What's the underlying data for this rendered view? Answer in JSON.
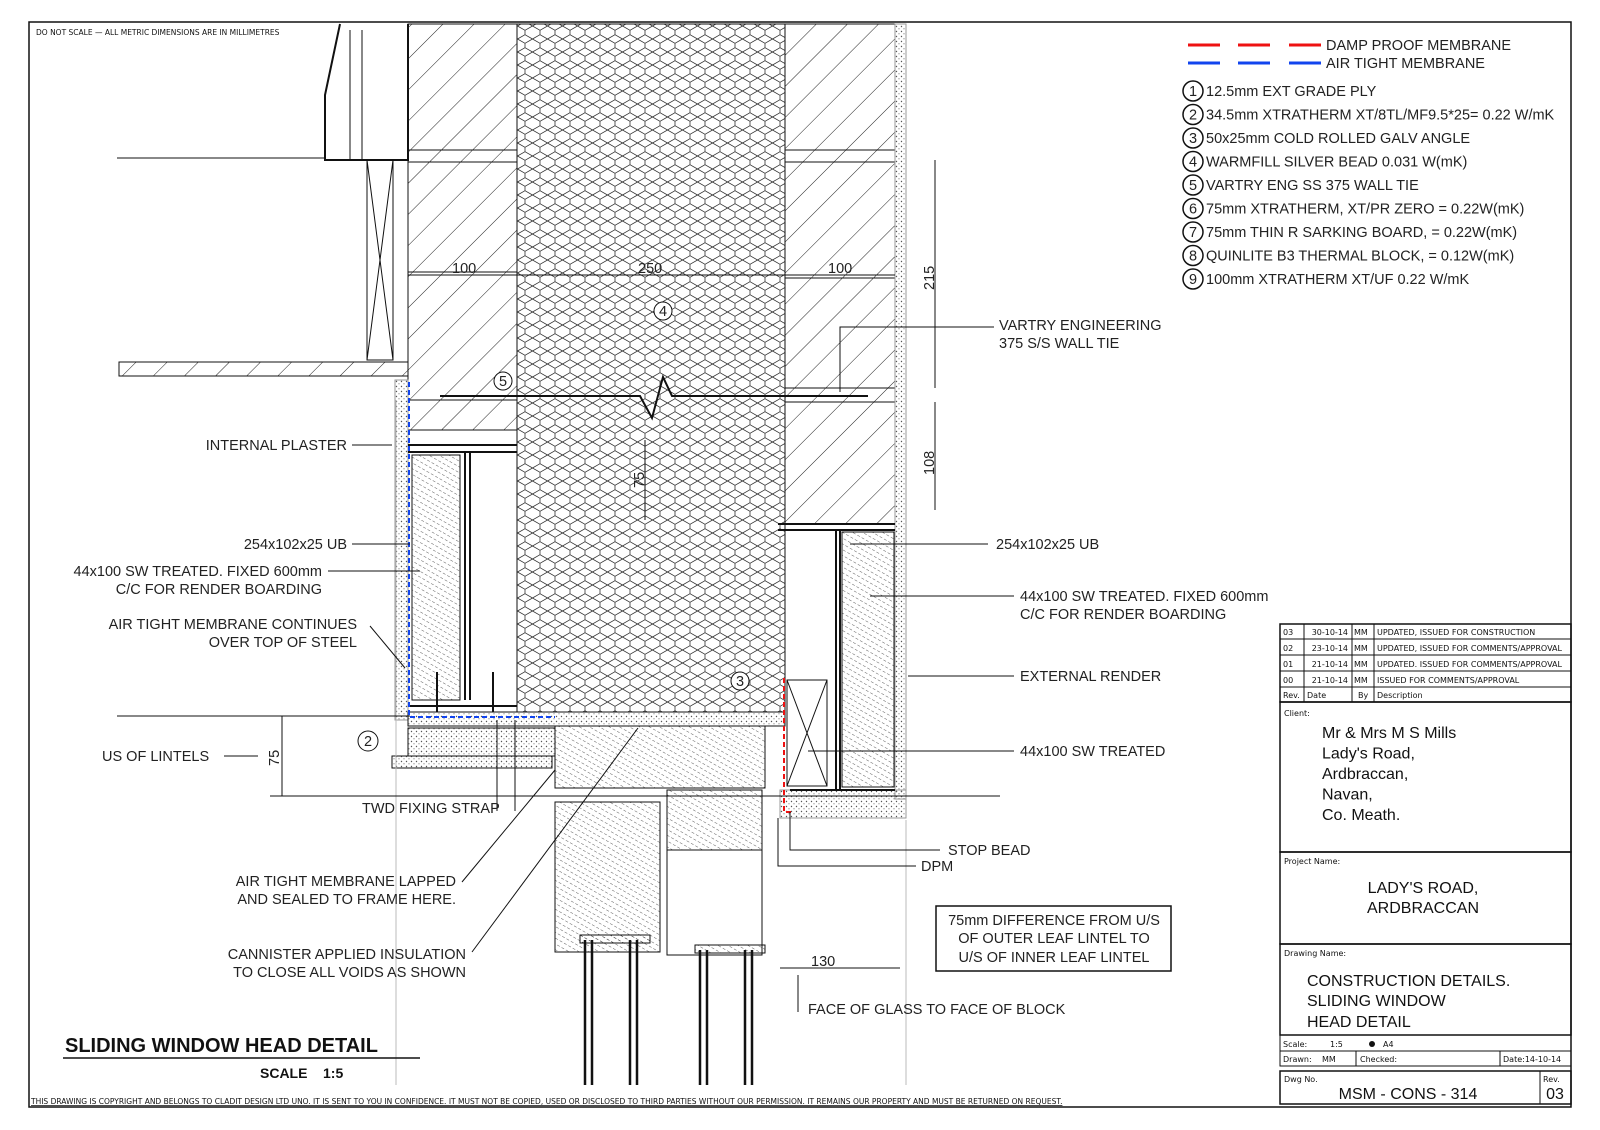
{
  "notes": {
    "top_note": "DO NOT SCALE — ALL METRIC DIMENSIONS ARE IN MILLIMETRES",
    "copyright": "THIS DRAWING IS COPYRIGHT AND BELONGS TO CLADIT DESIGN LTD UNO. IT IS SENT TO YOU IN CONFIDENCE. IT MUST NOT BE COPIED, USED OR DISCLOSED TO THIRD PARTIES WITHOUT OUR PERMISSION. IT REMAINS OUR PROPERTY AND MUST BE RETURNED ON REQUEST."
  },
  "legend": {
    "lines": [
      {
        "label": "DAMP PROOF MEMBRANE",
        "color": "#ee1111"
      },
      {
        "label": "AIR TIGHT MEMBRANE",
        "color": "#1144ee"
      }
    ],
    "items": [
      {
        "num": "1",
        "text": "12.5mm EXT GRADE PLY"
      },
      {
        "num": "2",
        "text": "34.5mm XTRATHERM XT/8TL/MF9.5*25= 0.22 W/mK"
      },
      {
        "num": "3",
        "text": "50x25mm COLD ROLLED GALV ANGLE"
      },
      {
        "num": "4",
        "text": "WARMFILL SILVER BEAD 0.031 W(mK)"
      },
      {
        "num": "5",
        "text": "VARTRY ENG SS 375 WALL TIE"
      },
      {
        "num": "6",
        "text": "75mm XTRATHERM, XT/PR ZERO = 0.22W(mK)"
      },
      {
        "num": "7",
        "text": "75mm THIN R SARKING BOARD, = 0.22W(mK)"
      },
      {
        "num": "8",
        "text": "QUINLITE B3 THERMAL BLOCK, = 0.12W(mK)"
      },
      {
        "num": "9",
        "text": "100mm XTRATHERM XT/UF 0.22 W/mK"
      }
    ]
  },
  "annotations": {
    "internal_plaster": "INTERNAL PLASTER",
    "ub_left": "254x102x25 UB",
    "sw_left_1": "44x100 SW TREATED. FIXED 600mm",
    "sw_left_2": "C/C FOR RENDER BOARDING",
    "atm_1": "AIR TIGHT MEMBRANE CONTINUES",
    "atm_2": "OVER TOP OF STEEL",
    "us_lintels": "US OF LINTELS",
    "twd": "TWD FIXING STRAP",
    "lapped_1": "AIR TIGHT MEMBRANE LAPPED",
    "lapped_2": "AND SEALED TO FRAME HERE.",
    "cannister_1": "CANNISTER APPLIED INSULATION",
    "cannister_2": "TO CLOSE ALL VOIDS AS SHOWN",
    "wall_tie_1": "VARTRY ENGINEERING",
    "wall_tie_2": "375 S/S WALL TIE",
    "ub_right": "254x102x25 UB",
    "sw_right_1": "44x100 SW TREATED. FIXED 600mm",
    "sw_right_2": "C/C FOR RENDER BOARDING",
    "external_render": "EXTERNAL RENDER",
    "sw_treated": "44x100 SW TREATED",
    "stop_bead": "STOP BEAD",
    "dpm": "DPM",
    "diff_1": "75mm DIFFERENCE FROM U/S",
    "diff_2": "OF OUTER LEAF LINTEL TO",
    "diff_3": "U/S OF INNER LEAF LINTEL",
    "face_glass": "FACE OF GLASS TO FACE OF BLOCK"
  },
  "dimensions": {
    "inner_leaf": "100",
    "cavity": "250",
    "outer_leaf": "100",
    "course_215": "215",
    "course_108": "108",
    "cavity_75": "75",
    "lintel_75": "75",
    "glass_130": "130"
  },
  "callouts": {
    "c4": "4",
    "c5": "5",
    "c2": "2",
    "c3": "3"
  },
  "drawing_title": "SLIDING WINDOW HEAD DETAIL",
  "drawing_scale": "SCALE    1:5",
  "title_block": {
    "revisions": [
      {
        "rev": "03",
        "date": "30-10-14",
        "by": "MM",
        "desc": "UPDATED, ISSUED FOR CONSTRUCTION"
      },
      {
        "rev": "02",
        "date": "23-10-14",
        "by": "MM",
        "desc": "UPDATED, ISSUED FOR COMMENTS/APPROVAL"
      },
      {
        "rev": "01",
        "date": "21-10-14",
        "by": "MM",
        "desc": "UPDATED. ISSUED FOR COMMENTS/APPROVAL"
      },
      {
        "rev": "00",
        "date": "21-10-14",
        "by": "MM",
        "desc": "ISSUED FOR COMMENTS/APPROVAL"
      }
    ],
    "rev_headers": {
      "rev": "Rev.",
      "date": "Date",
      "by": "By",
      "desc": "Description"
    },
    "client_label": "Client:",
    "client_lines": [
      "Mr & Mrs M S Mills",
      "Lady's Road,",
      "Ardbraccan,",
      "Navan,",
      "Co. Meath."
    ],
    "project_label": "Project Name:",
    "project_lines": [
      "LADY'S ROAD,",
      "ARDBRACCAN"
    ],
    "drawing_label": "Drawing Name:",
    "drawing_lines": [
      "CONSTRUCTION DETAILS.",
      "SLIDING WINDOW",
      "HEAD DETAIL"
    ],
    "scale_label": "Scale:",
    "scale_value": "1:5",
    "sheet": "A4",
    "drawn_label": "Drawn:",
    "drawn_value": "MM",
    "checked_label": "Checked:",
    "date_label": "Date:14-10-14",
    "dwg_no_label": "Dwg No.",
    "dwg_no": "MSM - CONS - 314",
    "rev_label": "Rev.",
    "rev_value": "03"
  }
}
